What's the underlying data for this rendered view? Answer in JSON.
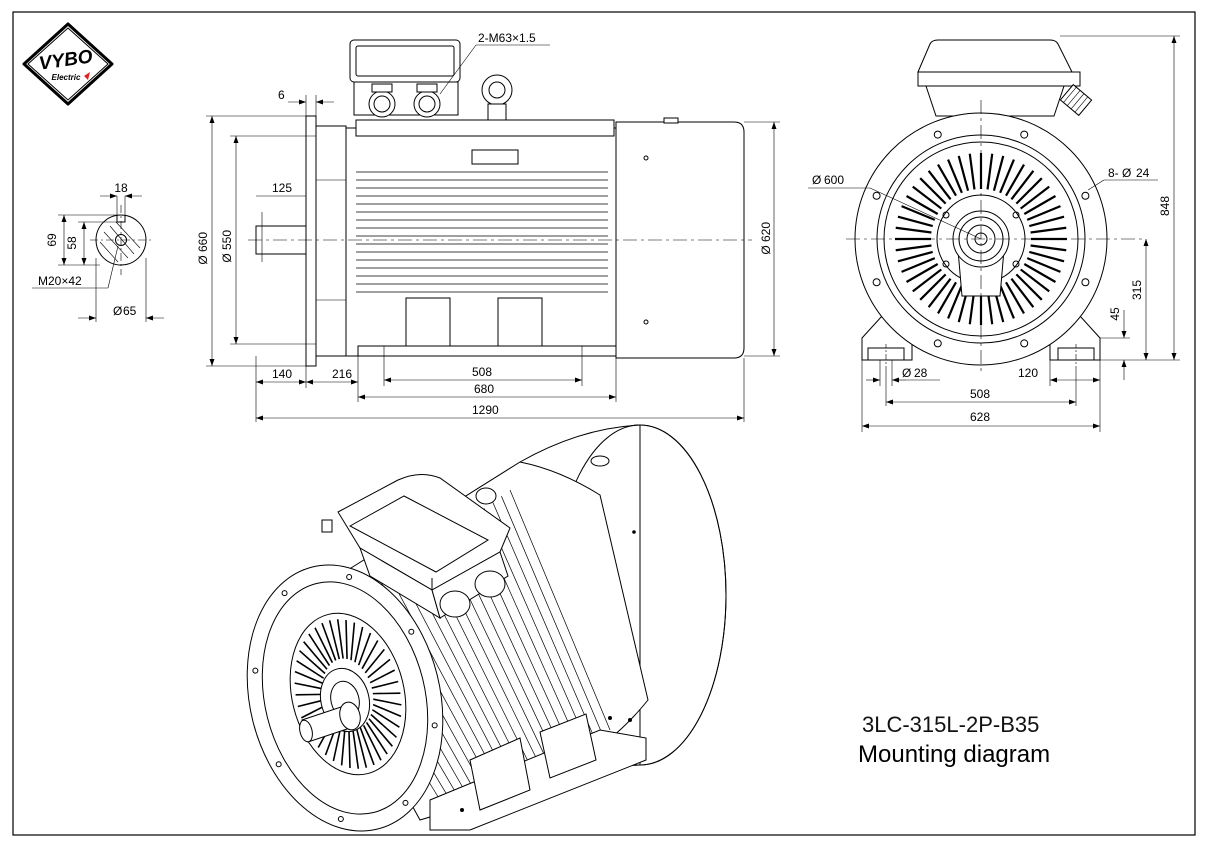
{
  "logo": {
    "brand": "VYBO",
    "sub": "Electric"
  },
  "title": {
    "model": "3LC-315L-2P-B35",
    "subtitle": "Mounting diagram"
  },
  "shaft_section": {
    "key_width": "18",
    "height_69": "69",
    "height_58": "58",
    "thread": "M20×42",
    "diameter": "65"
  },
  "side_view": {
    "flange_thickness": "6",
    "cable_glands": "2-M63×1.5",
    "shaft_length": "125",
    "flange_dia": "660",
    "spigot_dia": "550",
    "body_dia": "620",
    "shaft_ext": "140",
    "foot_to_flange": "216",
    "foot_holes_spacing": "508",
    "foot_length": "680",
    "overall_length": "1290"
  },
  "end_view": {
    "pcd": "600",
    "flange_holes": "8-",
    "flange_holes_dia": "24",
    "overall_height": "848",
    "shaft_height": "315",
    "foot_thickness": "45",
    "foot_hole_dia": "28",
    "foot_width_120": "120",
    "foot_span": "508",
    "overall_width": "628"
  },
  "symbols": {
    "diameter": "Ø"
  }
}
